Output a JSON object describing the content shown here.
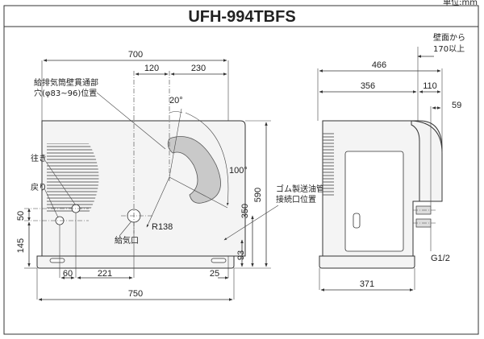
{
  "corner_label": "単位:mm",
  "title": "UFH-994TBFS",
  "front": {
    "width_700": "700",
    "offset_120": "120",
    "offset_230": "230",
    "hole_label_line1": "給排気筒壁貫通部",
    "hole_label_line2": "穴(φ83~96)位置",
    "angle_20": "20°",
    "angle_100": "100°",
    "radius": "R138",
    "supply_label": "ゴム製送油管",
    "supply_label2": "接続口位置",
    "outlet_label": "往き",
    "return_label": "戻り",
    "intake_label": "給気口",
    "h_50": "50",
    "h_145": "145",
    "h_350": "350",
    "h_590": "590",
    "h_93": "93",
    "w_60": "60",
    "w_221": "221",
    "w_25": "25",
    "w_750": "750"
  },
  "side": {
    "wall_label_line1": "壁面から",
    "wall_label_line2": "170以上",
    "d_466": "466",
    "d_356": "356",
    "d_110": "110",
    "d_59": "59",
    "d_371": "371",
    "g_label": "G1/2"
  }
}
